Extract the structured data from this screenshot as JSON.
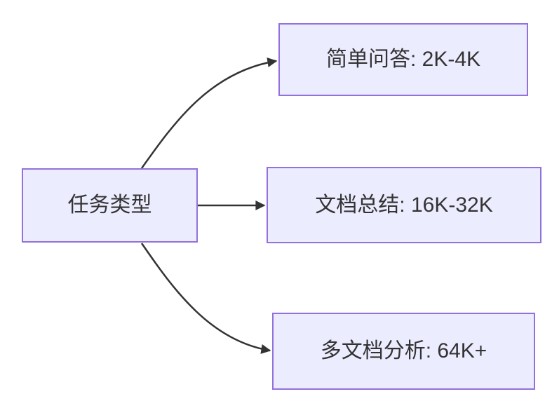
{
  "diagram": {
    "type": "flowchart",
    "direction": "left-to-right",
    "nodes": {
      "source": {
        "id": "source",
        "label": "任务类型"
      },
      "simple_qa": {
        "id": "simple_qa",
        "label": "简单问答: 2K-4K"
      },
      "doc_summary": {
        "id": "doc_summary",
        "label": "文档总结: 16K-32K"
      },
      "multi_doc": {
        "id": "multi_doc",
        "label": "多文档分析: 64K+"
      }
    },
    "edges": [
      {
        "from": "source",
        "to": "simple_qa",
        "style": "curved-up",
        "arrow": "filled-triangle"
      },
      {
        "from": "source",
        "to": "doc_summary",
        "style": "straight",
        "arrow": "filled-triangle"
      },
      {
        "from": "source",
        "to": "multi_doc",
        "style": "curved-down",
        "arrow": "filled-triangle"
      }
    ],
    "colors": {
      "node_fill": "#ECECFF",
      "node_border": "#9370DB",
      "edge": "#333333",
      "text": "#333333",
      "background": "#FFFFFF"
    }
  }
}
